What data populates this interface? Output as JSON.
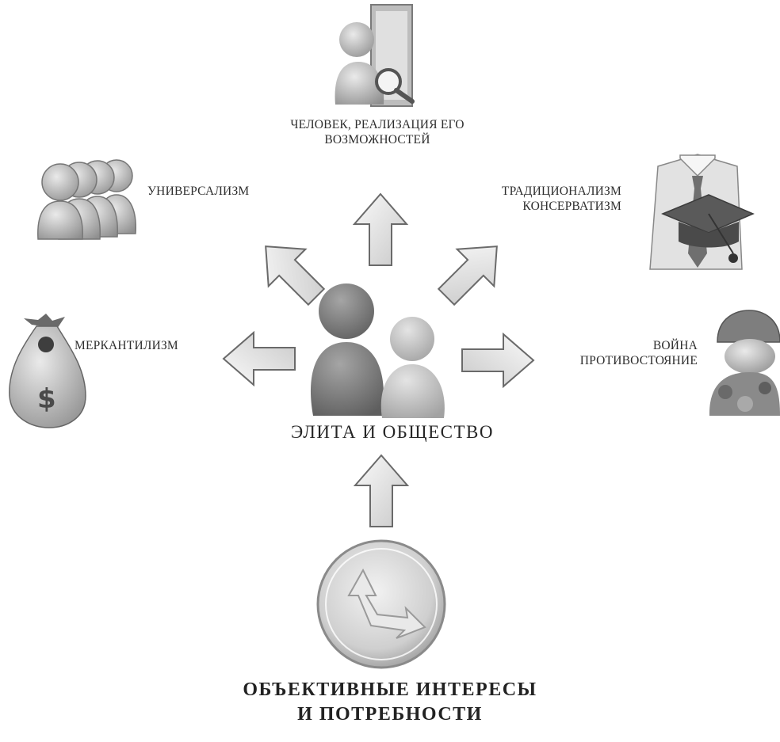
{
  "center": {
    "title": "ЭЛИТА И ОБЩЕСТВО"
  },
  "source": {
    "line1": "ОБЪЕКТИВНЫЕ ИНТЕРЕСЫ",
    "line2": "И ПОТРЕБНОСТИ"
  },
  "outcomes": {
    "person": {
      "line1": "ЧЕЛОВЕК, РЕАЛИЗАЦИЯ ЕГО",
      "line2": "ВОЗМОЖНОСТЕЙ"
    },
    "universalism": {
      "line1": "УНИВЕРСАЛИЗМ"
    },
    "traditionalism": {
      "line1": "ТРАДИЦИОНАЛИЗМ",
      "line2": "КОНСЕРВАТИЗМ"
    },
    "mercantilism": {
      "line1": "МЕРКАНТИЛИЗМ"
    },
    "war": {
      "line1": "ВОЙНА",
      "line2": "ПРОТИВОСТОЯНИЕ"
    }
  },
  "icons": {
    "person": "person-magnifier-icon",
    "universalism": "crowd-icon",
    "traditionalism": "graduate-icon",
    "mercantilism": "money-bag-icon",
    "war": "soldier-icon",
    "center": "elite-society-icon",
    "source": "exchange-coin-icon"
  },
  "colors": {
    "arrow_fill": "#e6e6e6",
    "arrow_stroke": "#6a6a6a",
    "figure_dark": "#7d7d7d",
    "figure_light": "#c4c4c4"
  }
}
